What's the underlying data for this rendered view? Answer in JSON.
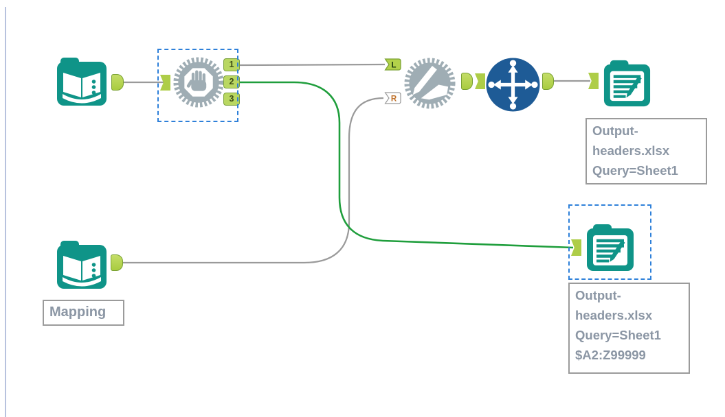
{
  "canvas": {
    "kind": "workflow-canvas"
  },
  "colors": {
    "teal": "#0f9488",
    "gear_gray": "#9fadb4",
    "select_blue": "#1e5b96",
    "anchor_green": "#b2d14a",
    "anchor_green_border": "#79a132",
    "wire_gray": "#9a9a9a",
    "wire_green": "#1f9e3c",
    "selection_blue": "#2e80d9",
    "annotation_text": "#8b96a4",
    "annotation_border": "#9b9b9b",
    "panel_border": "#b7c2de"
  },
  "ports": {
    "block": [
      "1",
      "2",
      "3"
    ],
    "join_left": "L",
    "join_right": "R"
  },
  "annotations": {
    "output_top": "Output-\nheaders.xlsx\nQuery=Sheet1",
    "output_bottom": "Output-\nheaders.xlsx\nQuery=Sheet1\n$A2:Z99999",
    "mapping": "Mapping"
  },
  "nodes": [
    {
      "id": "input-main",
      "tool": "input-data",
      "icon": "open-book-icon",
      "selected": false
    },
    {
      "id": "block-until-done",
      "tool": "block-until-done",
      "icon": "stop-hand-gear-icon",
      "selected": true,
      "output_ports": [
        "1",
        "2",
        "3"
      ]
    },
    {
      "id": "join",
      "tool": "join",
      "icon": "pencil-gear-icon",
      "input_ports": [
        "L",
        "R"
      ],
      "selected": false
    },
    {
      "id": "select",
      "tool": "select",
      "icon": "four-way-arrows-icon",
      "selected": false
    },
    {
      "id": "output-top",
      "tool": "output-data",
      "icon": "folder-notes-icon",
      "selected": false,
      "annotation": "Output-\nheaders.xlsx\nQuery=Sheet1"
    },
    {
      "id": "input-mapping",
      "tool": "input-data",
      "icon": "open-book-icon",
      "selected": false,
      "annotation": "Mapping"
    },
    {
      "id": "output-bottom",
      "tool": "output-data",
      "icon": "folder-notes-icon",
      "selected": true,
      "annotation": "Output-\nheaders.xlsx\nQuery=Sheet1\n$A2:Z99999"
    }
  ],
  "connections": [
    {
      "from": "input-main",
      "to": "block-until-done",
      "color": "gray"
    },
    {
      "from": "block-until-done:1",
      "to": "join:L",
      "color": "gray"
    },
    {
      "from": "block-until-done:2",
      "to": "output-bottom",
      "color": "green"
    },
    {
      "from": "input-mapping",
      "to": "join:R",
      "color": "gray"
    },
    {
      "from": "join",
      "to": "select",
      "color": "gray"
    },
    {
      "from": "select",
      "to": "output-top",
      "color": "gray"
    }
  ]
}
